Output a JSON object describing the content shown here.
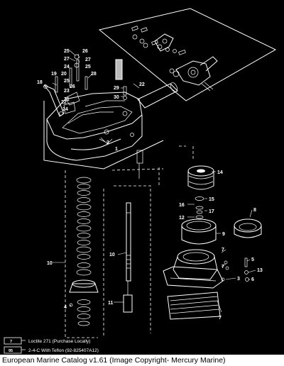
{
  "diagram": {
    "callouts": {
      "c1": "1",
      "c2": "2",
      "c3": "3",
      "c4": "4",
      "c5": "5",
      "c6": "6",
      "c7a": "7",
      "c7b": "7",
      "c7c": "7",
      "c8": "8",
      "c9": "9",
      "c10a": "10",
      "c10b": "10",
      "c11": "11",
      "c12": "12",
      "c13": "13",
      "c14": "14",
      "c15": "15",
      "c16": "16",
      "c17": "17",
      "c18": "18",
      "c19": "19",
      "c20": "20",
      "c21": "21",
      "c22a": "22",
      "c22b": "22",
      "c23": "23",
      "c24a": "24",
      "c24b": "24",
      "c25a": "25",
      "c25b": "25",
      "c26a": "26",
      "c26b": "26",
      "c27a": "27",
      "c27b": "27",
      "c28": "28",
      "c29": "29",
      "c30": "30"
    },
    "legend": [
      {
        "code": "7",
        "text": "Loctite 271 (Purchase Locally)"
      },
      {
        "code": "95",
        "text": "2-4-C With Teflon (92-825407A12)"
      }
    ]
  },
  "caption": "European Marine Catalog v1.61 (Image Copyright- Mercury Marine)"
}
